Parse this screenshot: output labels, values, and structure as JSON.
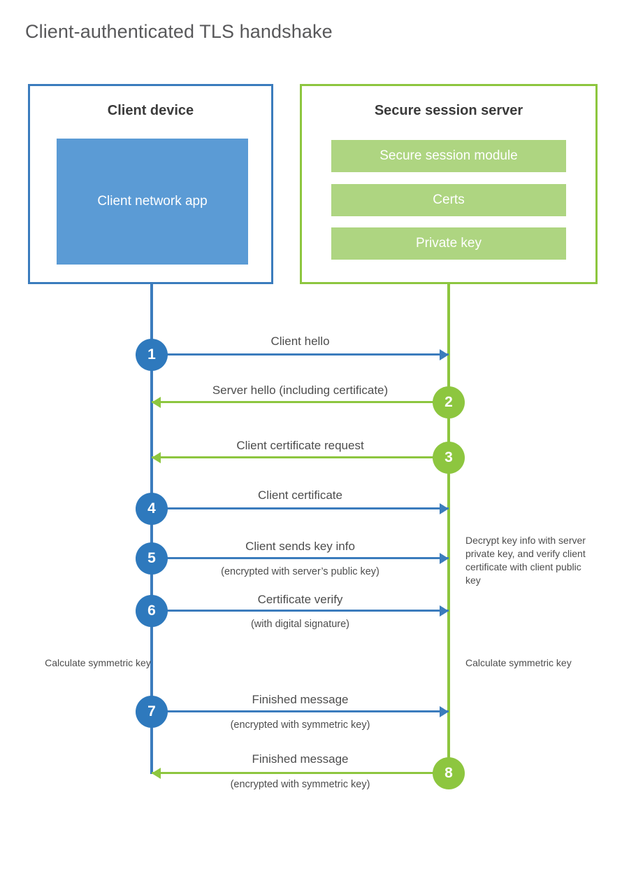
{
  "title": "Client-authenticated TLS handshake",
  "colors": {
    "client_blue": "#3b7cbd",
    "client_app_fill": "#5b9bd5",
    "server_green": "#8dc63f",
    "server_bar_fill": "#aed581",
    "step_blue": "#2e79bd",
    "text": "#4d4d4d",
    "title_text": "#58585a"
  },
  "client": {
    "title": "Client device",
    "app_label": "Client network app"
  },
  "server": {
    "title": "Secure session server",
    "components": [
      "Secure session module",
      "Certs",
      "Private key"
    ]
  },
  "steps": [
    {
      "number": "1",
      "label": "Client hello",
      "sublabel": "",
      "direction": "client-to-server",
      "color": "blue"
    },
    {
      "number": "2",
      "label": "Server hello (including certificate)",
      "sublabel": "",
      "direction": "server-to-client",
      "color": "green"
    },
    {
      "number": "3",
      "label": "Client certificate request",
      "sublabel": "",
      "direction": "server-to-client",
      "color": "green"
    },
    {
      "number": "4",
      "label": "Client certificate",
      "sublabel": "",
      "direction": "client-to-server",
      "color": "blue"
    },
    {
      "number": "5",
      "label": "Client sends key info",
      "sublabel": "(encrypted with server’s public key)",
      "direction": "client-to-server",
      "color": "blue"
    },
    {
      "number": "6",
      "label": "Certificate verify",
      "sublabel": "(with digital signature)",
      "direction": "client-to-server",
      "color": "blue"
    },
    {
      "number": "7",
      "label": "Finished message",
      "sublabel": "(encrypted with symmetric key)",
      "direction": "client-to-server",
      "color": "blue"
    },
    {
      "number": "8",
      "label": "Finished message",
      "sublabel": "(encrypted with symmetric key)",
      "direction": "server-to-client",
      "color": "green"
    }
  ],
  "notes": {
    "server_decrypt": "Decrypt key info with server private key, and verify client certificate with client public key",
    "client_calculate": "Calculate symmetric key",
    "server_calculate": "Calculate symmetric key"
  }
}
